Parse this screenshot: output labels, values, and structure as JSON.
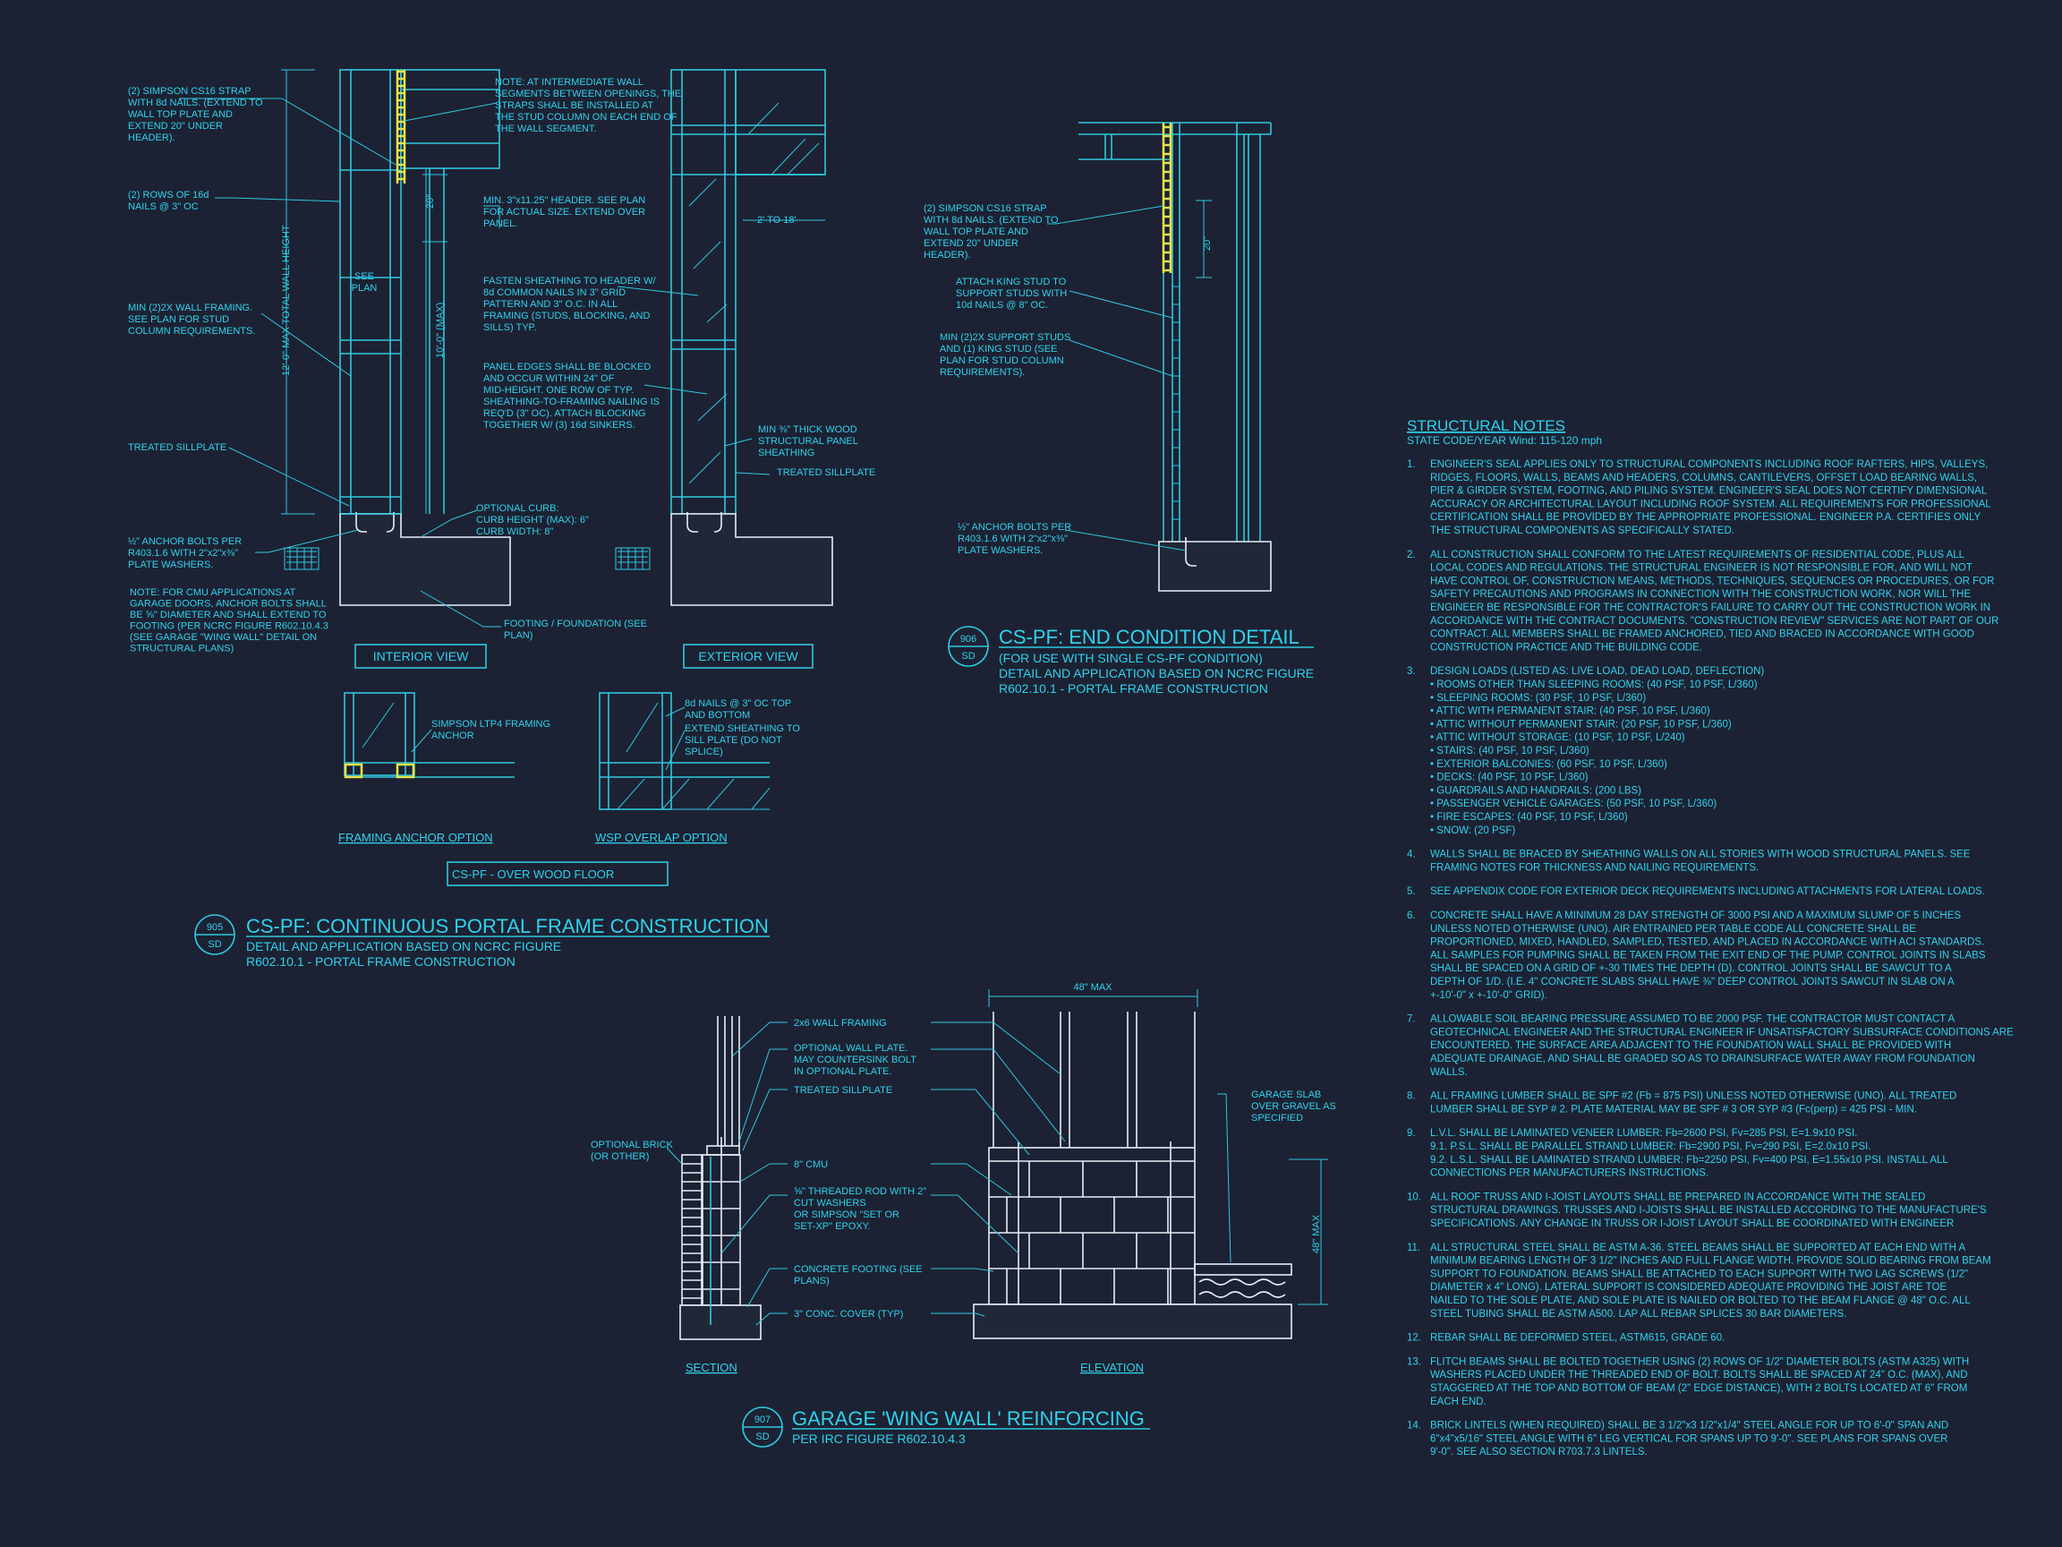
{
  "detail_905": {
    "notes": {
      "strap": [
        "(2) SIMPSON CS16 STRAP",
        "WITH 8d NAILS. (EXTEND TO",
        "WALL TOP PLATE AND",
        "EXTEND 20\" UNDER",
        "HEADER)."
      ],
      "nails": [
        "(2) ROWS OF 16d",
        "NAILS @ 3\" OC"
      ],
      "framing": [
        "MIN (2)2X WALL FRAMING.",
        "SEE PLAN FOR STUD",
        "COLUMN REQUIREMENTS."
      ],
      "sill": "TREATED SILLPLATE",
      "bolts": [
        "½\" ANCHOR BOLTS PER",
        "R403.1.6 WITH 2\"x2\"x⅜\"",
        "PLATE WASHERS."
      ],
      "cmu": [
        "NOTE: FOR CMU APPLICATIONS AT",
        "GARAGE DOORS, ANCHOR BOLTS SHALL",
        "BE ⅝\" DIAMETER AND SHALL EXTEND TO",
        "FOOTING (PER NCRC FIGURE R602.10.4.3",
        "(SEE GARAGE \"WING WALL\" DETAIL ON",
        "STRUCTURAL PLANS)"
      ],
      "intermediate": [
        "NOTE: AT INTERMEDIATE WALL",
        "SEGMENTS BETWEEN OPENINGS, THE",
        "STRAPS SHALL BE INSTALLED AT",
        "THE STUD COLUMN ON EACH END OF",
        "THE WALL SEGMENT."
      ],
      "header": [
        "MIN. 3\"x11.25\" HEADER. SEE PLAN",
        "FOR ACTUAL SIZE. EXTEND OVER",
        "PANEL."
      ],
      "fasten": [
        "FASTEN SHEATHING TO HEADER W/",
        "8d COMMON NAILS IN 3\" GRID",
        "PATTERN AND 3\" O.C. IN ALL",
        "FRAMING (STUDS, BLOCKING, AND",
        "SILLS) TYP."
      ],
      "panel_edges": [
        "PANEL EDGES SHALL BE BLOCKED",
        "AND OCCUR WITHIN 24\" OF",
        "MID-HEIGHT. ONE ROW OF TYP.",
        "SHEATHING-TO-FRAMING NAILING IS",
        "REQ'D (3\" OC). ATTACH BLOCKING",
        "TOGETHER W/ (3) 16d SINKERS."
      ],
      "curb": [
        "OPTIONAL CURB:",
        "CURB HEIGHT (MAX): 6\"",
        "CURB WIDTH: 8\""
      ],
      "footing": [
        "FOOTING / FOUNDATION (SEE",
        "PLAN)"
      ],
      "osb": [
        "MIN ⅜\" THICK WOOD",
        "STRUCTURAL PANEL",
        "SHEATHING"
      ],
      "sill2": "TREATED SILLPLATE",
      "to18": "2' TO 18'",
      "twenty": "20\"",
      "ten": "10'-0\" (MAX)",
      "twelve": "12'-0\" MAX TOTAL WALL HEIGHT",
      "see_plan": [
        "SEE",
        "PLAN"
      ],
      "ltp4": [
        "SIMPSON LTP4 FRAMING",
        "ANCHOR"
      ],
      "eightd": [
        "8d NAILS @ 3\" OC TOP",
        "AND BOTTOM"
      ],
      "extend_sheath": [
        "EXTEND SHEATHING TO",
        "SILL PLATE (DO NOT",
        "SPLICE)"
      ]
    },
    "interior_view": "INTERIOR VIEW",
    "exterior_view": "EXTERIOR VIEW",
    "framing_anchor": "FRAMING ANCHOR OPTION",
    "wsp_overlap": "WSP OVERLAP OPTION",
    "over_wood": "CS-PF - OVER WOOD FLOOR",
    "num": "905",
    "sheet": "SD",
    "title": "CS-PF: CONTINUOUS PORTAL FRAME CONSTRUCTION",
    "sub1": "DETAIL AND APPLICATION BASED ON NCRC FIGURE",
    "sub2": "R602.10.1 - PORTAL FRAME CONSTRUCTION"
  },
  "detail_906": {
    "notes": {
      "strap": [
        "(2) SIMPSON CS16 STRAP",
        "WITH 8d NAILS. (EXTEND TO",
        "WALL TOP PLATE AND",
        "EXTEND 20\" UNDER",
        "HEADER)."
      ],
      "king": [
        "ATTACH KING STUD TO",
        "SUPPORT STUDS WITH",
        "10d NAILS @ 8\" OC."
      ],
      "support": [
        "MIN (2)2X SUPPORT STUDS",
        "AND (1) KING STUD (SEE",
        "PLAN FOR STUD COLUMN",
        "REQUIREMENTS)."
      ],
      "bolts": [
        "½\" ANCHOR BOLTS PER",
        "R403.1.6 WITH 2\"x2\"x⅜\"",
        "PLATE WASHERS."
      ],
      "twenty": "20\""
    },
    "num": "906",
    "sheet": "SD",
    "title": "CS-PF: END CONDITION DETAIL",
    "sub1": "(FOR USE WITH SINGLE CS-PF CONDITION)",
    "sub2": "DETAIL AND APPLICATION BASED ON NCRC FIGURE",
    "sub3": "R602.10.1 - PORTAL FRAME CONSTRUCTION"
  },
  "detail_907": {
    "notes": {
      "framing": "2x6 WALL FRAMING",
      "plate": [
        "OPTIONAL WALL PLATE.",
        "MAY COUNTERSINK BOLT",
        "IN OPTIONAL PLATE."
      ],
      "sill": "TREATED SILLPLATE",
      "brick": [
        "OPTIONAL BRICK",
        "(OR OTHER)"
      ],
      "cmu": "8\" CMU",
      "rod": [
        "⅝\" THREADED ROD WITH 2\"",
        "CUT WASHERS",
        "OR SIMPSON \"SET OR",
        "SET-XP\" EPOXY."
      ],
      "footing": [
        "CONCRETE FOOTING (SEE",
        "PLANS)"
      ],
      "cover": "3\" CONC. COVER (TYP)",
      "slab": [
        "GARAGE SLAB",
        "OVER GRAVEL AS",
        "SPECIFIED"
      ],
      "max48": "48\" MAX",
      "max48v": "48\" MAX"
    },
    "section": "SECTION",
    "elevation": "ELEVATION",
    "num": "907",
    "sheet": "SD",
    "title": "GARAGE 'WING WALL' REINFORCING",
    "sub1": "PER IRC FIGURE R602.10.4.3"
  },
  "structural_notes": {
    "title": "STRUCTURAL NOTES",
    "code": "STATE CODE/YEAR Wind: 115-120 mph",
    "items": [
      {
        "n": "1.",
        "lines": [
          "ENGINEER'S SEAL APPLIES ONLY TO STRUCTURAL COMPONENTS INCLUDING ROOF RAFTERS, HIPS, VALLEYS,",
          "RIDGES, FLOORS, WALLS, BEAMS AND HEADERS, COLUMNS, CANTILEVERS, OFFSET LOAD BEARING WALLS,",
          "PIER & GIRDER SYSTEM, FOOTING, AND PILING SYSTEM. ENGINEER'S SEAL DOES NOT CERTIFY DIMENSIONAL",
          "ACCURACY OR ARCHITECTURAL LAYOUT INCLUDING ROOF SYSTEM. ALL REQUIREMENTS FOR PROFESSIONAL",
          "CERTIFICATION SHALL BE PROVIDED BY THE APPROPRIATE PROFESSIONAL. ENGINEER P.A. CERTIFIES ONLY",
          "THE STRUCTURAL COMPONENTS AS SPECIFICALLY STATED."
        ]
      },
      {
        "n": "2.",
        "lines": [
          "ALL CONSTRUCTION SHALL CONFORM TO THE LATEST REQUIREMENTS OF RESIDENTIAL CODE, PLUS ALL",
          "LOCAL CODES AND REGULATIONS. THE STRUCTURAL ENGINEER IS NOT RESPONSIBLE FOR, AND WILL NOT",
          "HAVE CONTROL OF, CONSTRUCTION MEANS, METHODS, TECHNIQUES, SEQUENCES OR PROCEDURES, OR FOR",
          "SAFETY PRECAUTIONS AND PROGRAMS IN CONNECTION WITH THE CONSTRUCTION WORK, NOR WILL THE",
          "ENGINEER BE RESPONSIBLE FOR THE CONTRACTOR'S FAILURE TO CARRY OUT THE CONSTRUCTION WORK IN",
          "ACCORDANCE WITH THE CONTRACT DOCUMENTS. \"CONSTRUCTION REVIEW\" SERVICES ARE NOT PART OF OUR",
          "CONTRACT. ALL MEMBERS SHALL BE FRAMED ANCHORED, TIED AND BRACED IN ACCORDANCE WITH GOOD",
          "CONSTRUCTION PRACTICE AND THE BUILDING CODE."
        ]
      },
      {
        "n": "3.",
        "lines": [
          "DESIGN LOADS (LISTED AS: LIVE LOAD, DEAD LOAD, DEFLECTION)",
          "• ROOMS OTHER THAN SLEEPING ROOMS: (40 PSF, 10 PSF, L/360)",
          "• SLEEPING ROOMS: (30 PSF, 10 PSF, L/360)",
          "• ATTIC WITH PERMANENT STAIR: (40 PSF, 10 PSF, L/360)",
          "• ATTIC WITHOUT PERMANENT STAIR: (20 PSF, 10 PSF, L/360)",
          "• ATTIC WITHOUT STORAGE: (10 PSF, 10 PSF, L/240)",
          "• STAIRS: (40 PSF, 10 PSF, L/360)",
          "• EXTERIOR BALCONIES: (60 PSF, 10 PSF, L/360)",
          "• DECKS: (40 PSF, 10 PSF, L/360)",
          "• GUARDRAILS AND HANDRAILS: (200 LBS)",
          "• PASSENGER VEHICLE GARAGES: (50 PSF, 10 PSF, L/360)",
          "• FIRE ESCAPES: (40 PSF, 10 PSF, L/360)",
          "• SNOW: (20 PSF)"
        ]
      },
      {
        "n": "4.",
        "lines": [
          "WALLS SHALL BE BRACED BY SHEATHING WALLS ON ALL STORIES WITH WOOD STRUCTURAL PANELS. SEE",
          "FRAMING NOTES FOR THICKNESS AND NAILING REQUIREMENTS."
        ]
      },
      {
        "n": "5.",
        "lines": [
          "SEE APPENDIX CODE FOR EXTERIOR DECK REQUIREMENTS INCLUDING ATTACHMENTS FOR LATERAL LOADS."
        ]
      },
      {
        "n": "6.",
        "lines": [
          "CONCRETE SHALL HAVE A MINIMUM 28 DAY STRENGTH OF 3000 PSI AND A MAXIMUM SLUMP OF 5 INCHES",
          "UNLESS NOTED OTHERWISE (UNO). AIR ENTRAINED PER TABLE CODE ALL CONCRETE SHALL BE",
          "PROPORTIONED, MIXED, HANDLED, SAMPLED, TESTED, AND PLACED IN ACCORDANCE WITH ACI STANDARDS.",
          "ALL SAMPLES FOR PUMPING SHALL BE TAKEN FROM THE EXIT END OF THE PUMP. CONTROL JOINTS IN SLABS",
          "SHALL BE SPACED ON A GRID OF +-30 TIMES THE DEPTH (D). CONTROL JOINTS SHALL BE SAWCUT TO A",
          "DEPTH OF 1/D. (I.E. 4\" CONCRETE SLABS SHALL HAVE ⅜\" DEEP CONTROL JOINTS SAWCUT IN SLAB ON A",
          "+-10'-0\" x +-10'-0\" GRID)."
        ]
      },
      {
        "n": "7.",
        "lines": [
          "ALLOWABLE SOIL BEARING PRESSURE ASSUMED TO BE 2000 PSF. THE CONTRACTOR MUST CONTACT A",
          "GEOTECHNICAL ENGINEER AND THE STRUCTURAL ENGINEER IF UNSATISFACTORY SUBSURFACE CONDITIONS ARE",
          "ENCOUNTERED. THE SURFACE AREA ADJACENT TO THE FOUNDATION WALL SHALL BE PROVIDED WITH",
          "ADEQUATE DRAINAGE, AND SHALL BE GRADED SO AS TO DRAINSURFACE WATER AWAY FROM FOUNDATION",
          "WALLS."
        ]
      },
      {
        "n": "8.",
        "lines": [
          "ALL FRAMING LUMBER SHALL BE SPF #2 (Fb = 875 PSI) UNLESS NOTED OTHERWISE (UNO). ALL TREATED",
          "LUMBER SHALL BE SYP # 2. PLATE MATERIAL MAY BE SPF # 3 OR SYP #3 (Fc(perp) = 425 PSI - MIN."
        ]
      },
      {
        "n": "9.",
        "lines": [
          "L.V.L. SHALL BE LAMINATED VENEER LUMBER: Fb=2600 PSI, Fv=285 PSI, E=1.9x10 PSI.",
          "9.1. P.S.L. SHALL BE PARALLEL STRAND LUMBER: Fb=2900 PSI, Fv=290 PSI, E=2.0x10 PSI.",
          "9.2. L.S.L. SHALL BE LAMINATED STRAND LUMBER: Fb=2250 PSI, Fv=400 PSI, E=1.55x10 PSI. INSTALL ALL",
          "CONNECTIONS PER MANUFACTURERS INSTRUCTIONS."
        ]
      },
      {
        "n": "10.",
        "lines": [
          "ALL ROOF TRUSS AND I-JOIST LAYOUTS SHALL BE PREPARED IN ACCORDANCE WITH THE SEALED",
          "STRUCTURAL DRAWINGS. TRUSSES AND I-JOISTS SHALL BE INSTALLED ACCORDING TO THE MANUFACTURE'S",
          "SPECIFICATIONS. ANY CHANGE IN TRUSS OR I-JOIST LAYOUT SHALL BE COORDINATED WITH ENGINEER"
        ]
      },
      {
        "n": "11.",
        "lines": [
          "ALL STRUCTURAL STEEL SHALL BE ASTM A-36. STEEL BEAMS SHALL BE SUPPORTED AT EACH END WITH A",
          "MINIMUM BEARING LENGTH OF 3 1/2\" INCHES AND FULL FLANGE WIDTH. PROVIDE SOLID BEARING FROM BEAM",
          "SUPPORT TO FOUNDATION. BEAMS SHALL BE ATTACHED TO EACH SUPPORT WITH TWO LAG SCREWS (1/2\"",
          "DIAMETER x 4\" LONG). LATERAL SUPPORT IS CONSIDERED ADEQUATE PROVIDING THE JOIST ARE TOE",
          "NAILED TO THE SOLE PLATE, AND SOLE PLATE IS NAILED OR BOLTED TO THE BEAM FLANGE @ 48\" O.C. ALL",
          "STEEL TUBING SHALL BE ASTM A500. LAP ALL REBAR SPLICES 30 BAR DIAMETERS."
        ]
      },
      {
        "n": "12.",
        "lines": [
          "REBAR SHALL BE DEFORMED STEEL, ASTM615, GRADE 60."
        ]
      },
      {
        "n": "13.",
        "lines": [
          "FLITCH BEAMS SHALL BE BOLTED TOGETHER USING (2) ROWS OF 1/2\" DIAMETER BOLTS (ASTM A325) WITH",
          "WASHERS PLACED UNDER THE THREADED END OF BOLT. BOLTS SHALL BE SPACED AT 24\" O.C. (MAX), AND",
          "STAGGERED AT THE TOP AND BOTTOM OF BEAM (2\" EDGE DISTANCE), WITH 2 BOLTS LOCATED AT 6\" FROM",
          "EACH END."
        ]
      },
      {
        "n": "14.",
        "lines": [
          "BRICK LINTELS (WHEN REQUIRED) SHALL BE 3 1/2\"x3 1/2\"x1/4\" STEEL ANGLE FOR UP TO 6'-0\" SPAN AND",
          "6\"x4\"x5/16\" STEEL ANGLE WITH 6\" LEG VERTICAL FOR SPANS UP TO 9'-0\". SEE PLANS FOR SPANS OVER",
          "9'-0\". SEE ALSO SECTION R703.7.3 LINTELS."
        ]
      }
    ]
  }
}
